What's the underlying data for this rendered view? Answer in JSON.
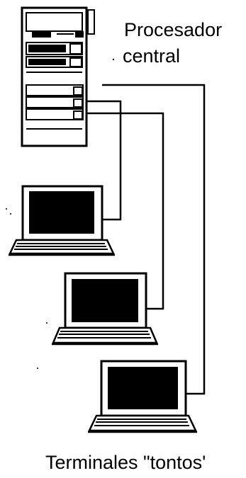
{
  "labels": {
    "processor_line1": "Procesador",
    "processor_line2": "central",
    "terminals": "Terminales \"tontos'"
  },
  "diagram": {
    "nodes": [
      {
        "id": "central-processor",
        "kind": "tower-computer"
      },
      {
        "id": "terminal-1",
        "kind": "terminal"
      },
      {
        "id": "terminal-2",
        "kind": "terminal"
      },
      {
        "id": "terminal-3",
        "kind": "terminal"
      }
    ],
    "edges": [
      {
        "from": "central-processor",
        "to": "terminal-1"
      },
      {
        "from": "central-processor",
        "to": "terminal-2"
      },
      {
        "from": "central-processor",
        "to": "terminal-3"
      }
    ]
  },
  "colors": {
    "ink": "#000000",
    "paper": "#ffffff"
  }
}
